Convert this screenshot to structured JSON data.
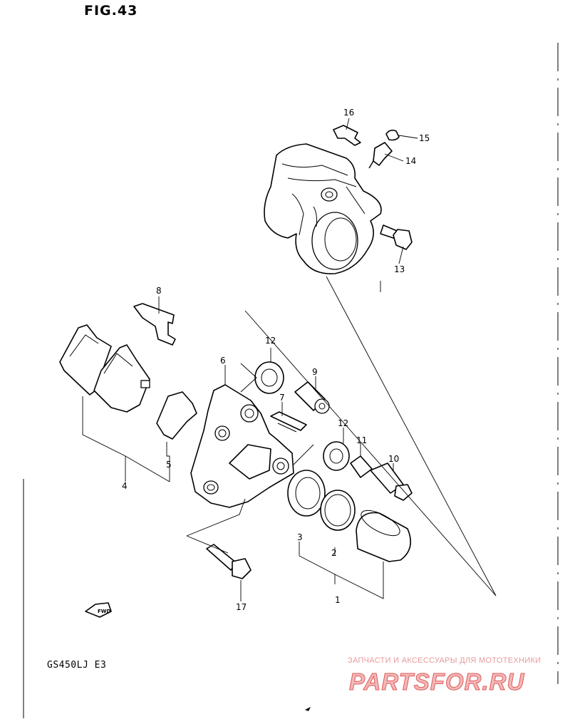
{
  "figure_title": "FIG.43",
  "model_code": "GS450LJ E3",
  "fwd_label": "FWD",
  "watermark": {
    "tagline": "ЗАПЧАСТИ И АКСЕССУАРЫ ДЛЯ МОТОТЕХНИКИ",
    "logo_text": "PARTSFOR.RU",
    "color": "#e05a5a"
  },
  "callouts": [
    {
      "id": "1",
      "label": "1"
    },
    {
      "id": "2",
      "label": "2"
    },
    {
      "id": "3",
      "label": "3"
    },
    {
      "id": "4",
      "label": "4"
    },
    {
      "id": "5",
      "label": "5"
    },
    {
      "id": "6",
      "label": "6"
    },
    {
      "id": "7",
      "label": "7"
    },
    {
      "id": "8",
      "label": "8"
    },
    {
      "id": "9",
      "label": "9"
    },
    {
      "id": "10",
      "label": "10"
    },
    {
      "id": "11",
      "label": "11"
    },
    {
      "id": "12a",
      "label": "12"
    },
    {
      "id": "12b",
      "label": "12"
    },
    {
      "id": "13",
      "label": "13"
    },
    {
      "id": "14",
      "label": "14"
    },
    {
      "id": "15",
      "label": "15"
    },
    {
      "id": "16",
      "label": "16"
    },
    {
      "id": "17",
      "label": "17"
    }
  ]
}
